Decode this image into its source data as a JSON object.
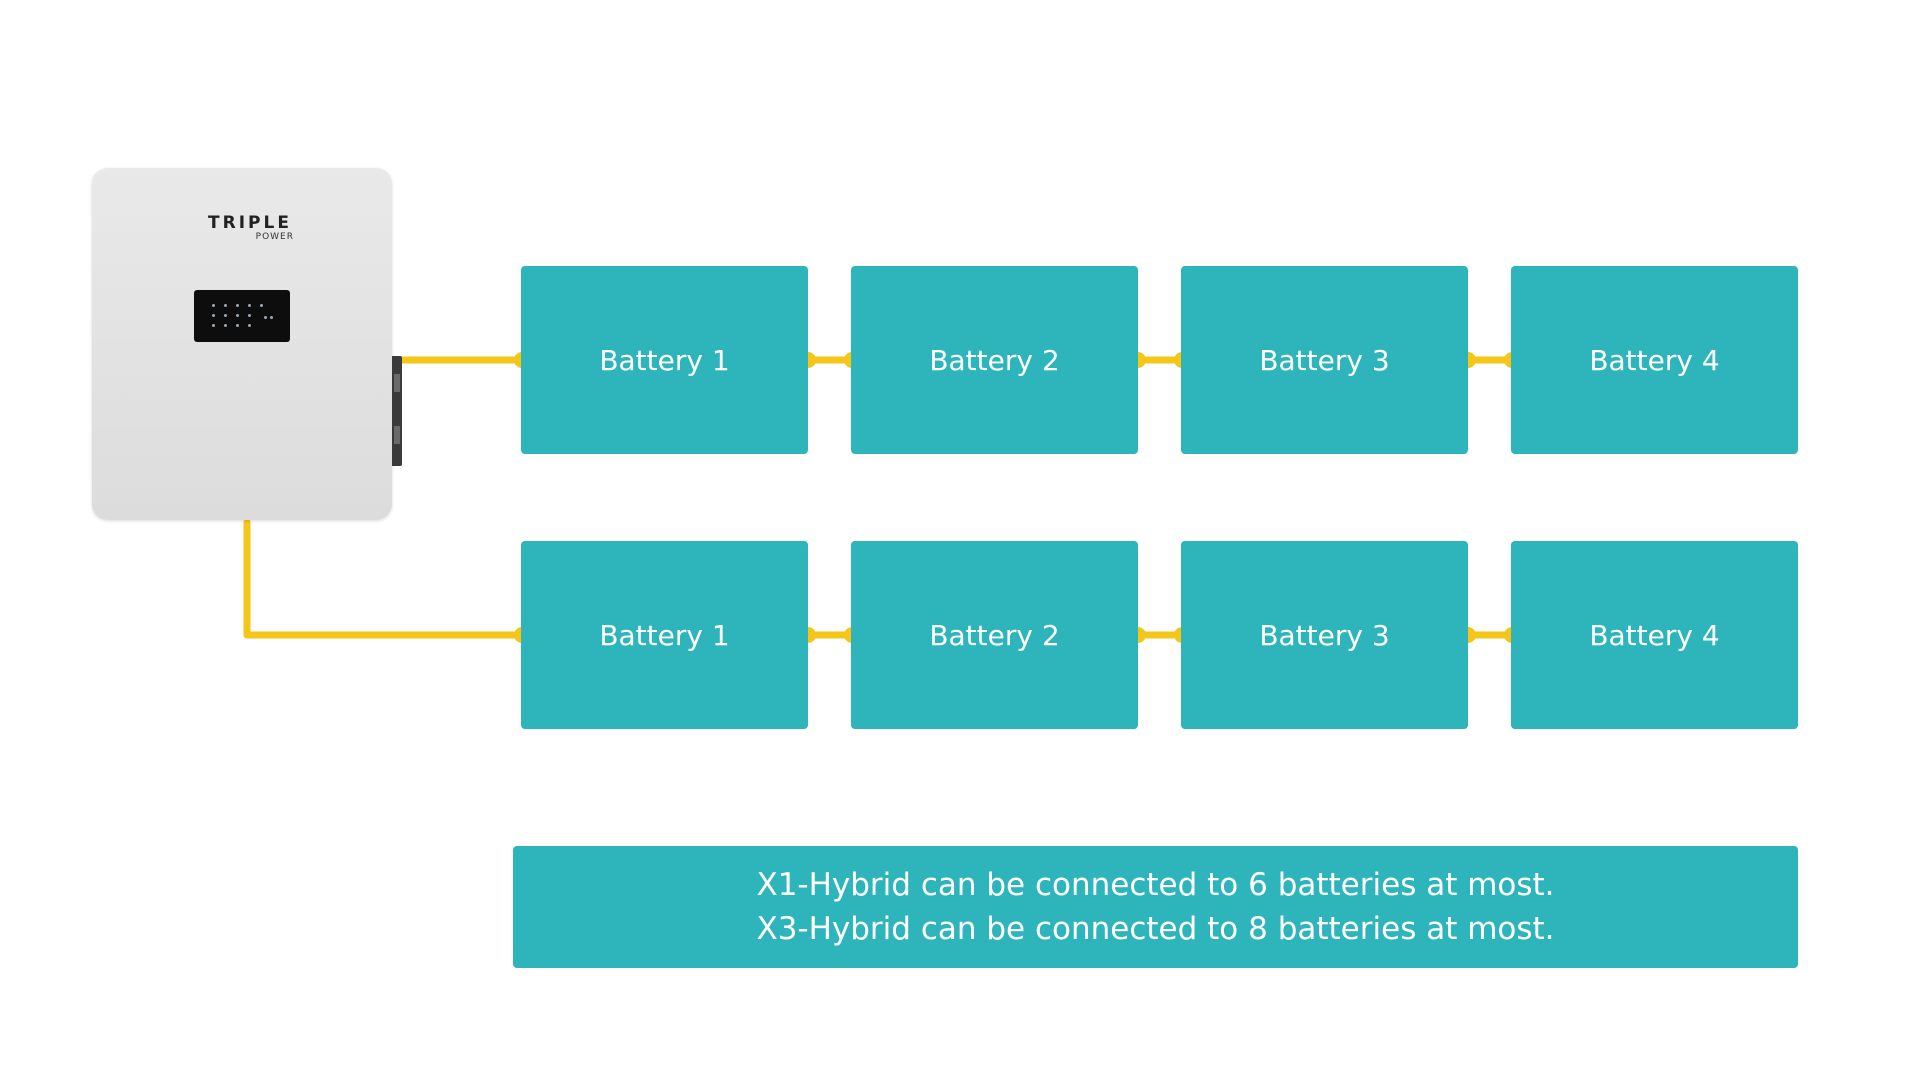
{
  "inverter": {
    "brand": "TRIPLE",
    "brand_sub": "POWER"
  },
  "rows": [
    {
      "batteries": [
        {
          "label": "Battery 1"
        },
        {
          "label": "Battery 2"
        },
        {
          "label": "Battery 3"
        },
        {
          "label": "Battery 4"
        }
      ]
    },
    {
      "batteries": [
        {
          "label": "Battery 1"
        },
        {
          "label": "Battery 2"
        },
        {
          "label": "Battery 3"
        },
        {
          "label": "Battery 4"
        }
      ]
    }
  ],
  "note": {
    "line1": "X1-Hybrid can be connected to 6 batteries at most.",
    "line2": "X3-Hybrid can be connected to 8 batteries at most."
  },
  "colors": {
    "battery_fill": "#2db5bb",
    "cable": "#f5c518",
    "inverter_body": "#e0e0e0"
  }
}
